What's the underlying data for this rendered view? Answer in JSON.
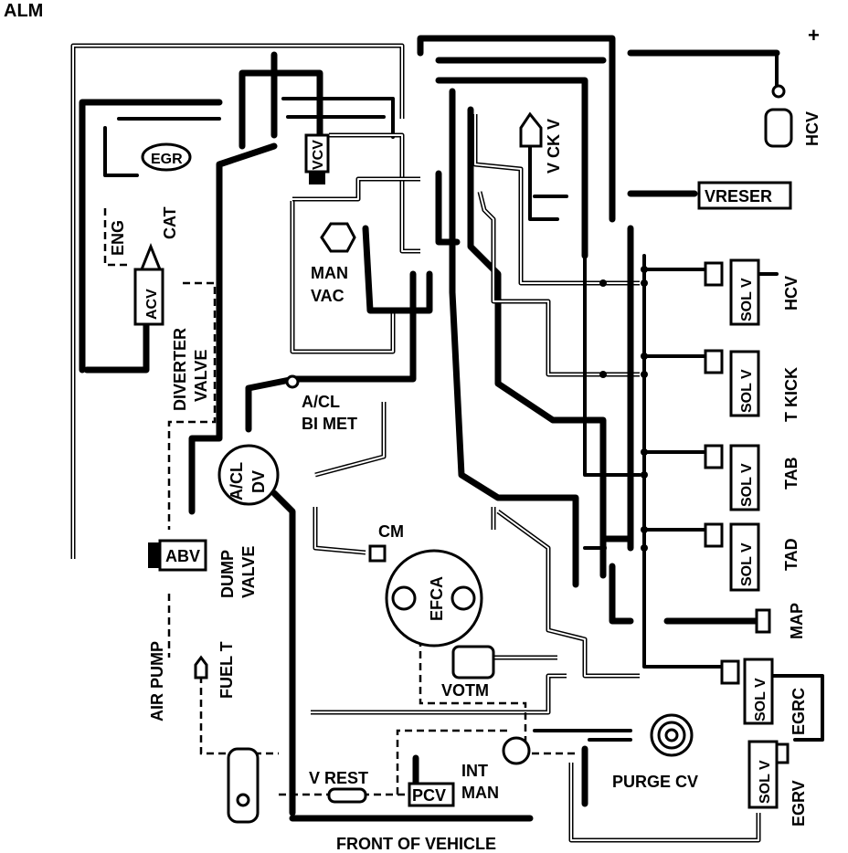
{
  "diagram": {
    "corner_code": "ALM",
    "plus_mark": "+",
    "components": {
      "egr": "EGR",
      "eng": "ENG",
      "cat": "CAT",
      "acv": "ACV",
      "diverter_valve": [
        "DIVERTER",
        "VALVE"
      ],
      "vcv": "VCV",
      "v_ck_v": "V CK V",
      "hcv_top": "HCV",
      "vreser": "VRESER",
      "man_vac": [
        "MAN",
        "VAC"
      ],
      "acl_bimet": [
        "A/CL",
        "BI MET"
      ],
      "acl_dv": [
        "A/CL",
        "DV"
      ],
      "abv": "ABV",
      "dump_valve": [
        "DUMP",
        "VALVE"
      ],
      "air_pump": "AIR PUMP",
      "fuel_t": "FUEL T",
      "cm": "CM",
      "efca": "EFCA",
      "votm": "VOTM",
      "v_rest": "V REST",
      "pcv": "PCV",
      "int_man": [
        "INT",
        "MAN"
      ],
      "purge_cv": "PURGE CV",
      "map": "MAP",
      "front_of_vehicle": "FRONT OF VEHICLE"
    },
    "solenoids": [
      {
        "label": "SOL V",
        "function": "HCV"
      },
      {
        "label": "SOL V",
        "function": "T KICK"
      },
      {
        "label": "SOL V",
        "function": "TAB"
      },
      {
        "label": "SOL V",
        "function": "TAD"
      },
      {
        "label": "SOL V",
        "function": "EGRC"
      },
      {
        "label": "SOL V",
        "function": "EGRV"
      }
    ]
  }
}
